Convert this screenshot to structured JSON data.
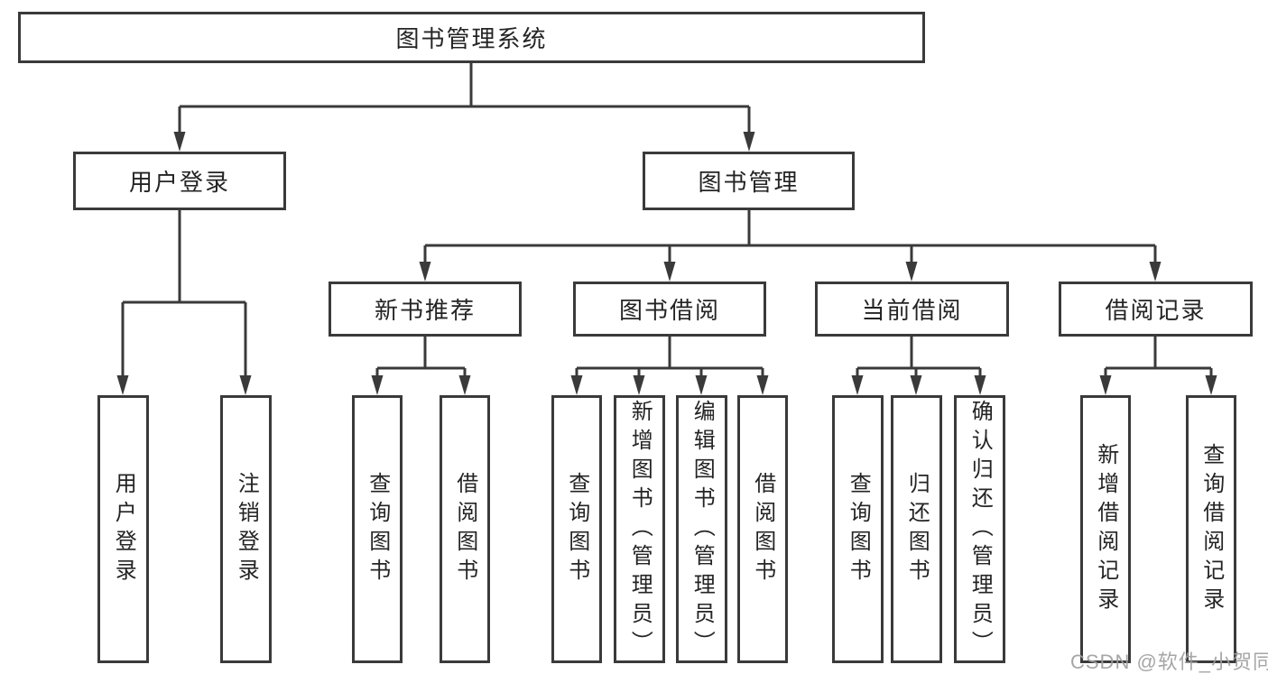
{
  "diagram": {
    "root": "图书管理系统",
    "level2": [
      {
        "label": "用户登录"
      },
      {
        "label": "图书管理"
      }
    ],
    "level3": [
      {
        "label": "新书推荐"
      },
      {
        "label": "图书借阅"
      },
      {
        "label": "当前借阅"
      },
      {
        "label": "借阅记录"
      }
    ],
    "leaves": {
      "user": [
        "用户登录",
        "注销登录"
      ],
      "newbook": [
        "查询图书",
        "借阅图书"
      ],
      "borrow": [
        "查询图书",
        "新增图书（管理员）",
        "编辑图书（管理员）",
        "借阅图书"
      ],
      "current": [
        "查询图书",
        "归还图书",
        "确认归还（管理员）"
      ],
      "records": [
        "新增借阅记录",
        "查询借阅记录"
      ]
    }
  },
  "watermark": "CSDN @软件_小贺同学",
  "colors": {
    "line": "#3a3a3a",
    "text": "#242424",
    "watermark": "#9e9e9e",
    "background": "#ffffff"
  }
}
